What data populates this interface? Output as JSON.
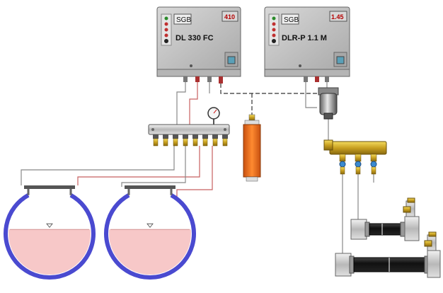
{
  "units": [
    {
      "brand": "SGB",
      "model": "DL 330 FC",
      "display": "410"
    },
    {
      "brand": "SGB",
      "model": "DLR-P 1.1 M",
      "display": "1.45"
    }
  ],
  "tanks": [
    {
      "level_fraction": 0.55
    },
    {
      "level_fraction": 0.55
    }
  ],
  "colors": {
    "unit_body": "#c8c8c8",
    "tank_wall": "#4a4ad0",
    "tank_liquid": "#f7c8c8",
    "display_bg": "#d8d8d8",
    "display_text": "#b40000",
    "vent_filter": "#f07020",
    "pipe_brass": "#c8a020",
    "hose_black": "#111111",
    "pipe_red": "#c86060",
    "pipe_gray": "#888888"
  }
}
